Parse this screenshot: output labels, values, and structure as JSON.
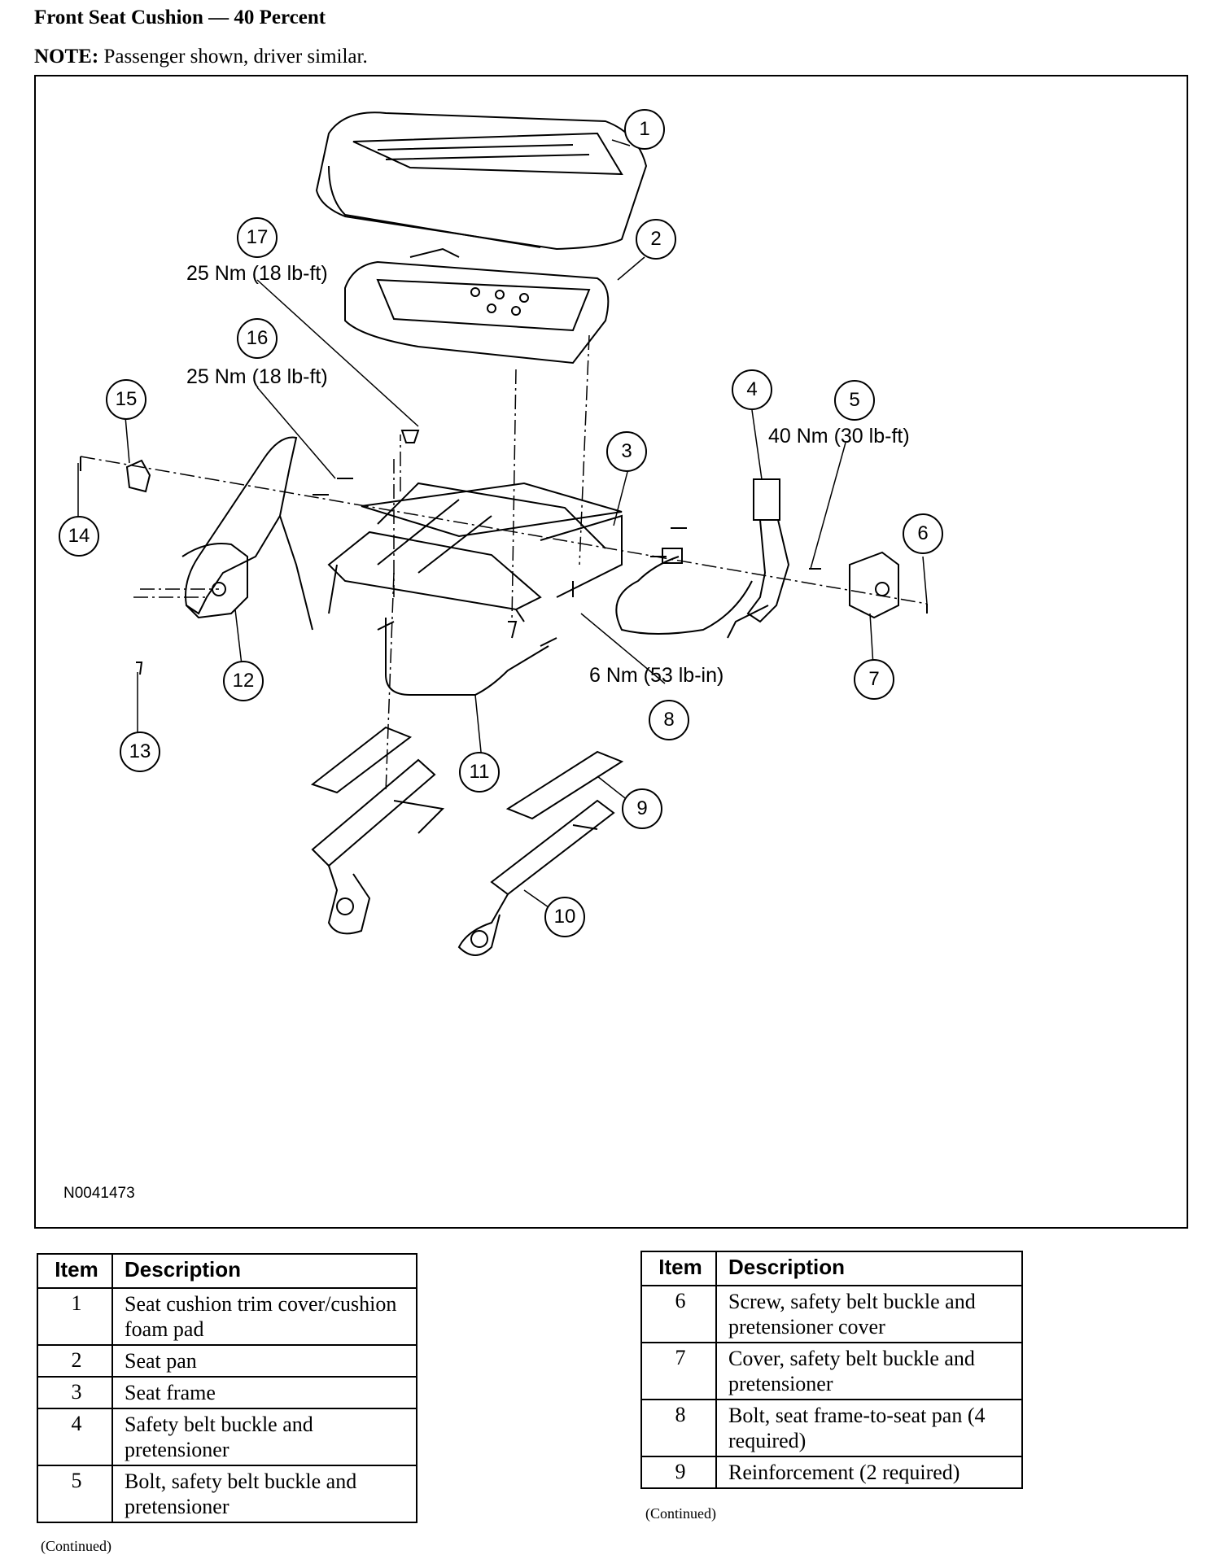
{
  "page": {
    "title": "Front Seat Cushion — 40 Percent",
    "note_label": "NOTE:",
    "note_text": " Passenger shown, driver similar."
  },
  "figure": {
    "id": "N0041473",
    "callouts": [
      "1",
      "2",
      "3",
      "4",
      "5",
      "6",
      "7",
      "8",
      "9",
      "10",
      "11",
      "12",
      "13",
      "14",
      "15",
      "16",
      "17"
    ],
    "torques": {
      "t17": "25 Nm (18 lb-ft)",
      "t16": "25 Nm (18 lb-ft)",
      "t5": "40 Nm (30 lb-ft)",
      "t8": "6 Nm (53 lb-in)"
    }
  },
  "tables": {
    "left": {
      "headers": {
        "item": "Item",
        "description": "Description"
      },
      "rows": [
        {
          "item": "1",
          "description": "Seat cushion trim cover/cushion foam pad"
        },
        {
          "item": "2",
          "description": "Seat pan"
        },
        {
          "item": "3",
          "description": "Seat frame"
        },
        {
          "item": "4",
          "description": "Safety belt buckle and pretensioner"
        },
        {
          "item": "5",
          "description": "Bolt, safety belt buckle and pretensioner"
        }
      ],
      "continued": "(Continued)"
    },
    "right": {
      "headers": {
        "item": "Item",
        "description": "Description"
      },
      "rows": [
        {
          "item": "6",
          "description": "Screw, safety belt buckle and pretensioner cover"
        },
        {
          "item": "7",
          "description": "Cover, safety belt buckle and pretensioner"
        },
        {
          "item": "8",
          "description": "Bolt, seat frame-to-seat pan (4 required)"
        },
        {
          "item": "9",
          "description": "Reinforcement (2 required)"
        }
      ],
      "continued": "(Continued)"
    }
  }
}
